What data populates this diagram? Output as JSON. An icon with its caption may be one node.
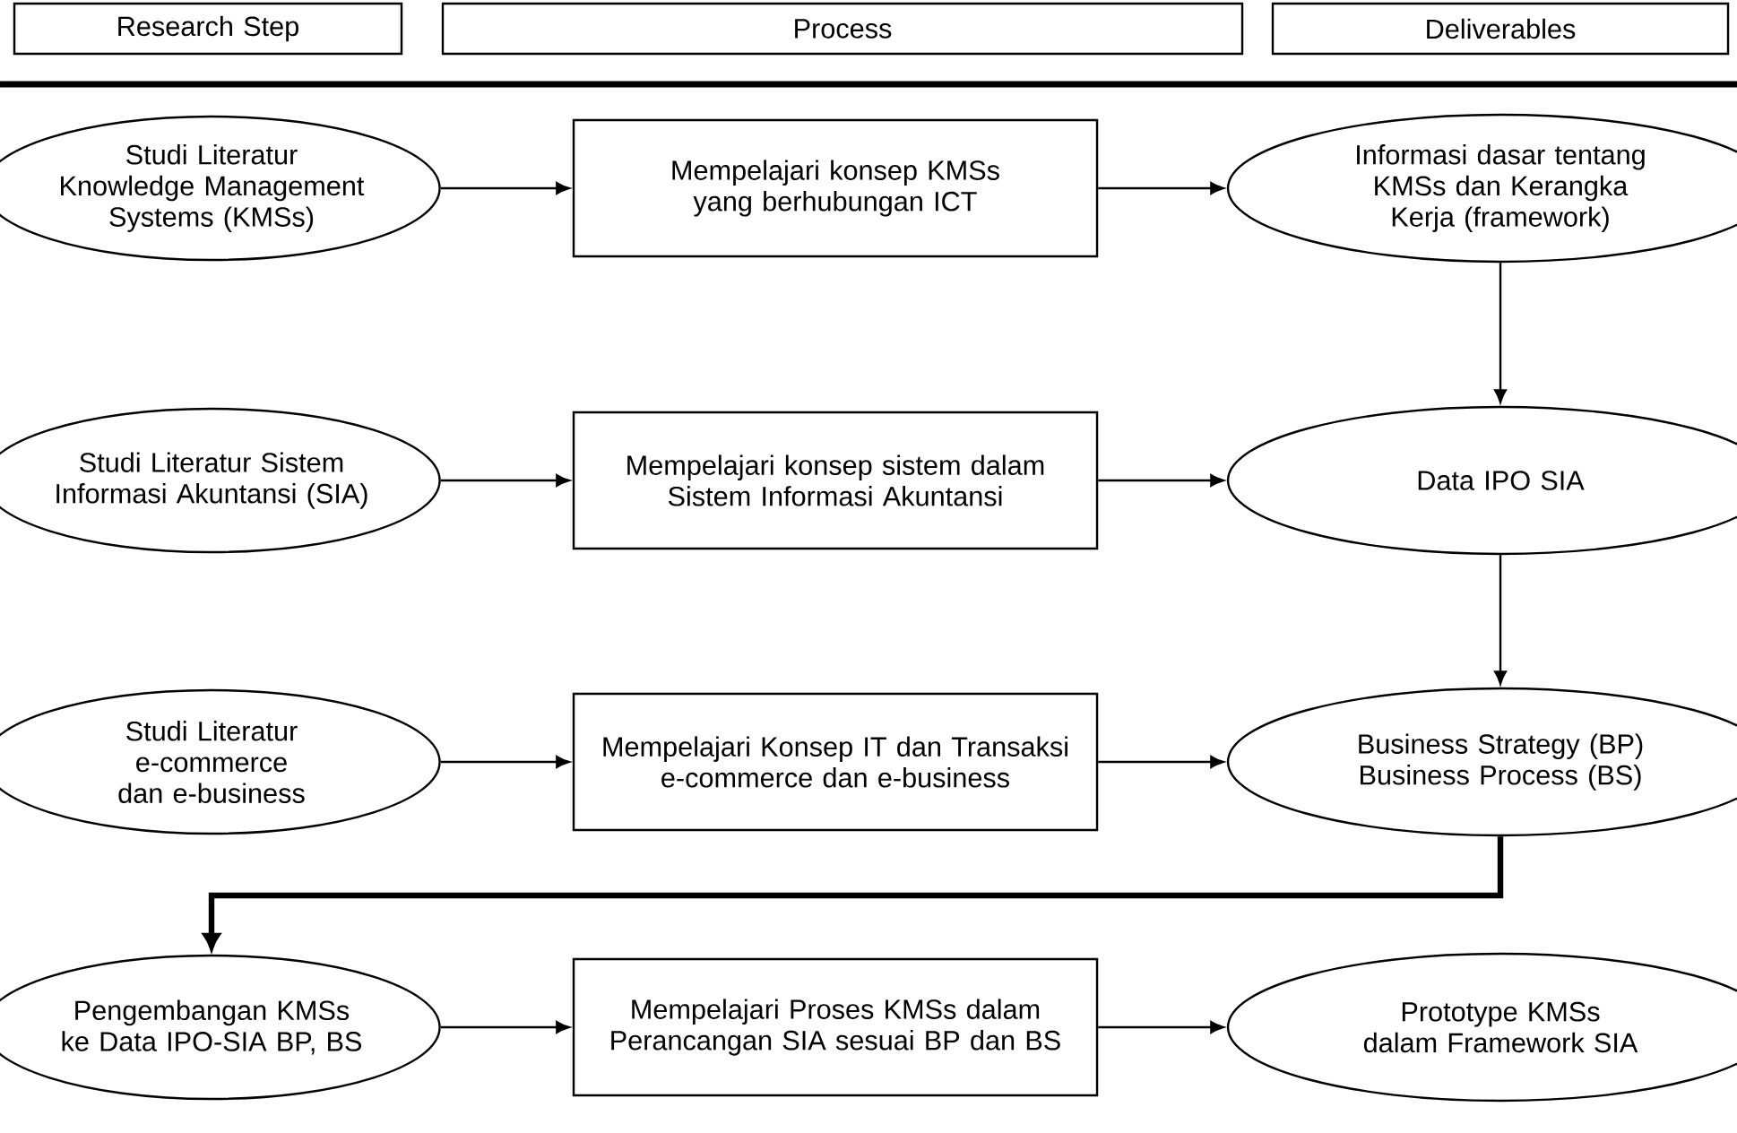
{
  "diagram": {
    "nodes": [
      {
        "text": [
          "Research Step"
        ]
      },
      {
        "text": [
          "Process"
        ]
      },
      {
        "text": [
          "Deliverables"
        ]
      },
      {
        "text": [
          "Studi Literatur Knowledge Management Systems (KMSs)"
        ]
      },
      {
        "text": [
          "Mempelajari konsep KMSs yang berhubungan ICT"
        ]
      },
      {
        "text": [
          "Informasi dasar tentang KMSs dan Kerangka Kerja (framework)"
        ]
      },
      {
        "text": [
          "Studi Literatur Sistem Informasi Akuntansi (SIA)"
        ]
      },
      {
        "text": [
          "Mempelajari konsep sistem dalam Sistem Informasi Akuntansi"
        ]
      },
      {
        "text": [
          "Data IPO SIA"
        ]
      },
      {
        "text": [
          "Studi Literatur e-commerce dan e-business"
        ]
      },
      {
        "text": [
          "Mempelajari Konsep IT dan Transaksi e-commerce dan e-business"
        ]
      },
      {
        "text": [
          "Business Strategy (BP) Business Process (BS)"
        ]
      },
      {
        "text": [
          "Pengembangan KMSs ke Data IPO-SIA BP, BS"
        ]
      },
      {
        "text": [
          "Mempelajari Proses KMSs dalam Perancangan SIA sesuai BP dan BS"
        ]
      },
      {
        "text": [
          "Prototype KMSs dalam Framework SIA"
        ]
      }
    ],
    "edges": [
      {
        "from": 3,
        "to": 4,
        "arrow": "to"
      },
      {
        "from": 4,
        "to": 5,
        "arrow": "to"
      },
      {
        "from": 5,
        "to": 8,
        "arrow": "to"
      },
      {
        "from": 6,
        "to": 7,
        "arrow": "to"
      },
      {
        "from": 7,
        "to": 8,
        "arrow": "to"
      },
      {
        "from": 8,
        "to": 11,
        "arrow": "to"
      },
      {
        "from": 9,
        "to": 10,
        "arrow": "to"
      },
      {
        "from": 10,
        "to": 11,
        "arrow": "to"
      },
      {
        "from": 11,
        "to": 12,
        "arrow": "to",
        "style": "thick"
      },
      {
        "from": 12,
        "to": 13,
        "arrow": "to"
      },
      {
        "from": 13,
        "to": 14,
        "arrow": "to"
      }
    ]
  }
}
